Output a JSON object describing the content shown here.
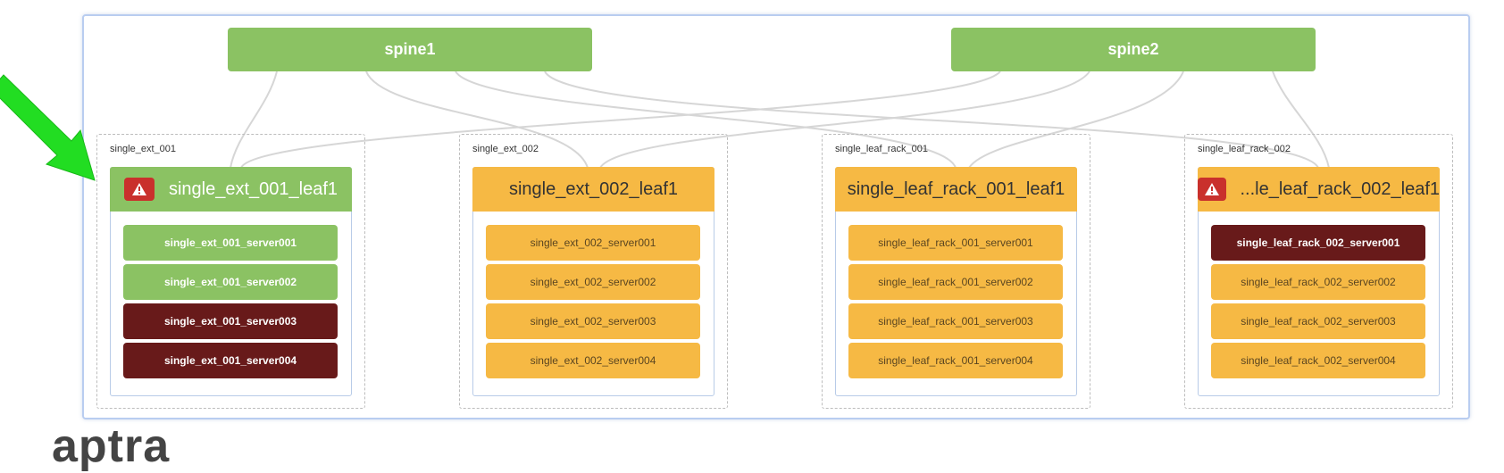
{
  "spines": [
    {
      "label": "spine1"
    },
    {
      "label": "spine2"
    }
  ],
  "groups": [
    {
      "label": "single_ext_001",
      "leaf": {
        "label": "single_ext_001_leaf1",
        "status": "green",
        "warning": true
      },
      "servers": [
        {
          "label": "single_ext_001_server001",
          "status": "green"
        },
        {
          "label": "single_ext_001_server002",
          "status": "green"
        },
        {
          "label": "single_ext_001_server003",
          "status": "red"
        },
        {
          "label": "single_ext_001_server004",
          "status": "red"
        }
      ]
    },
    {
      "label": "single_ext_002",
      "leaf": {
        "label": "single_ext_002_leaf1",
        "status": "orange",
        "warning": false
      },
      "servers": [
        {
          "label": "single_ext_002_server001",
          "status": "orange"
        },
        {
          "label": "single_ext_002_server002",
          "status": "orange"
        },
        {
          "label": "single_ext_002_server003",
          "status": "orange"
        },
        {
          "label": "single_ext_002_server004",
          "status": "orange"
        }
      ]
    },
    {
      "label": "single_leaf_rack_001",
      "leaf": {
        "label": "single_leaf_rack_001_leaf1",
        "status": "orange",
        "warning": false
      },
      "servers": [
        {
          "label": "single_leaf_rack_001_server001",
          "status": "orange"
        },
        {
          "label": "single_leaf_rack_001_server002",
          "status": "orange"
        },
        {
          "label": "single_leaf_rack_001_server003",
          "status": "orange"
        },
        {
          "label": "single_leaf_rack_001_server004",
          "status": "orange"
        }
      ]
    },
    {
      "label": "single_leaf_rack_002",
      "leaf": {
        "label": "...le_leaf_rack_002_leaf1",
        "status": "orange",
        "warning": true
      },
      "servers": [
        {
          "label": "single_leaf_rack_002_server001",
          "status": "red"
        },
        {
          "label": "single_leaf_rack_002_server002",
          "status": "orange"
        },
        {
          "label": "single_leaf_rack_002_server003",
          "status": "orange"
        },
        {
          "label": "single_leaf_rack_002_server004",
          "status": "orange"
        }
      ]
    }
  ],
  "logo_text": "aptra",
  "icons": {
    "warning": "warning-triangle-icon",
    "pointer": "green-arrow-icon"
  },
  "colors": {
    "ok": "#8bc263",
    "warn": "#f6b944",
    "critical": "#681a1a",
    "alert": "#c9302c",
    "arrow": "#22dd22"
  }
}
